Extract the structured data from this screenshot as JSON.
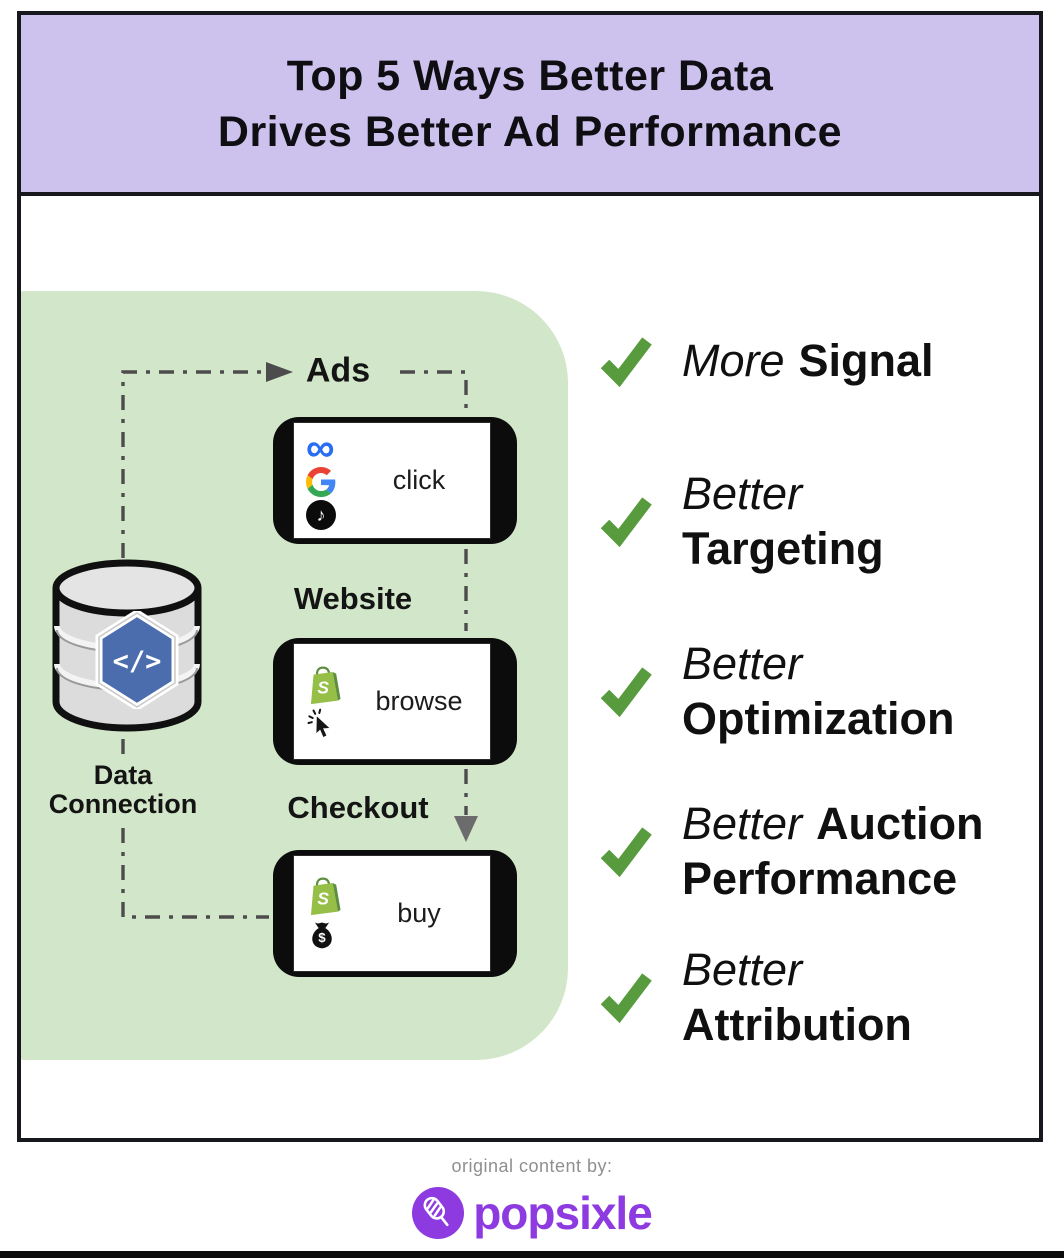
{
  "header": {
    "title_line1": "Top 5 Ways Better Data",
    "title_line2": "Drives Better Ad Performance"
  },
  "flow": {
    "source": {
      "label_line1": "Data",
      "label_line2": "Connection",
      "icon": "database-code-icon",
      "code_symbol": "</>"
    },
    "stages": [
      {
        "label": "Ads",
        "action": "click",
        "icons": [
          "meta-icon",
          "google-icon",
          "tiktok-icon"
        ]
      },
      {
        "label": "Website",
        "action": "browse",
        "icons": [
          "shopify-icon",
          "cursor-click-icon"
        ]
      },
      {
        "label": "Checkout",
        "action": "buy",
        "icons": [
          "shopify-icon",
          "money-bag-icon"
        ]
      }
    ]
  },
  "benefits": [
    {
      "italic": "More",
      "bold_inline": "Signal",
      "line2": ""
    },
    {
      "italic": "Better",
      "bold_inline": "",
      "line2": "Targeting"
    },
    {
      "italic": "Better",
      "bold_inline": "",
      "line2": "Optimization"
    },
    {
      "italic": "Better",
      "bold_inline": "Auction",
      "line2": "Performance"
    },
    {
      "italic": "Better",
      "bold_inline": "",
      "line2": "Attribution"
    }
  ],
  "footer": {
    "credit": "original content by:",
    "brand": "popsixle"
  },
  "colors": {
    "header_bg": "#cdc2ee",
    "panel_green": "#d2e7c9",
    "frame_border": "#17171e",
    "check_green": "#579b3e",
    "connector_gray": "#4c4c4c",
    "hexagon_blue": "#4b6dad",
    "meta_blue": "#2a6df5",
    "shopify_green": "#95bf47",
    "brand_purple": "#8d3be0",
    "credit_gray": "#8f8f8f"
  }
}
